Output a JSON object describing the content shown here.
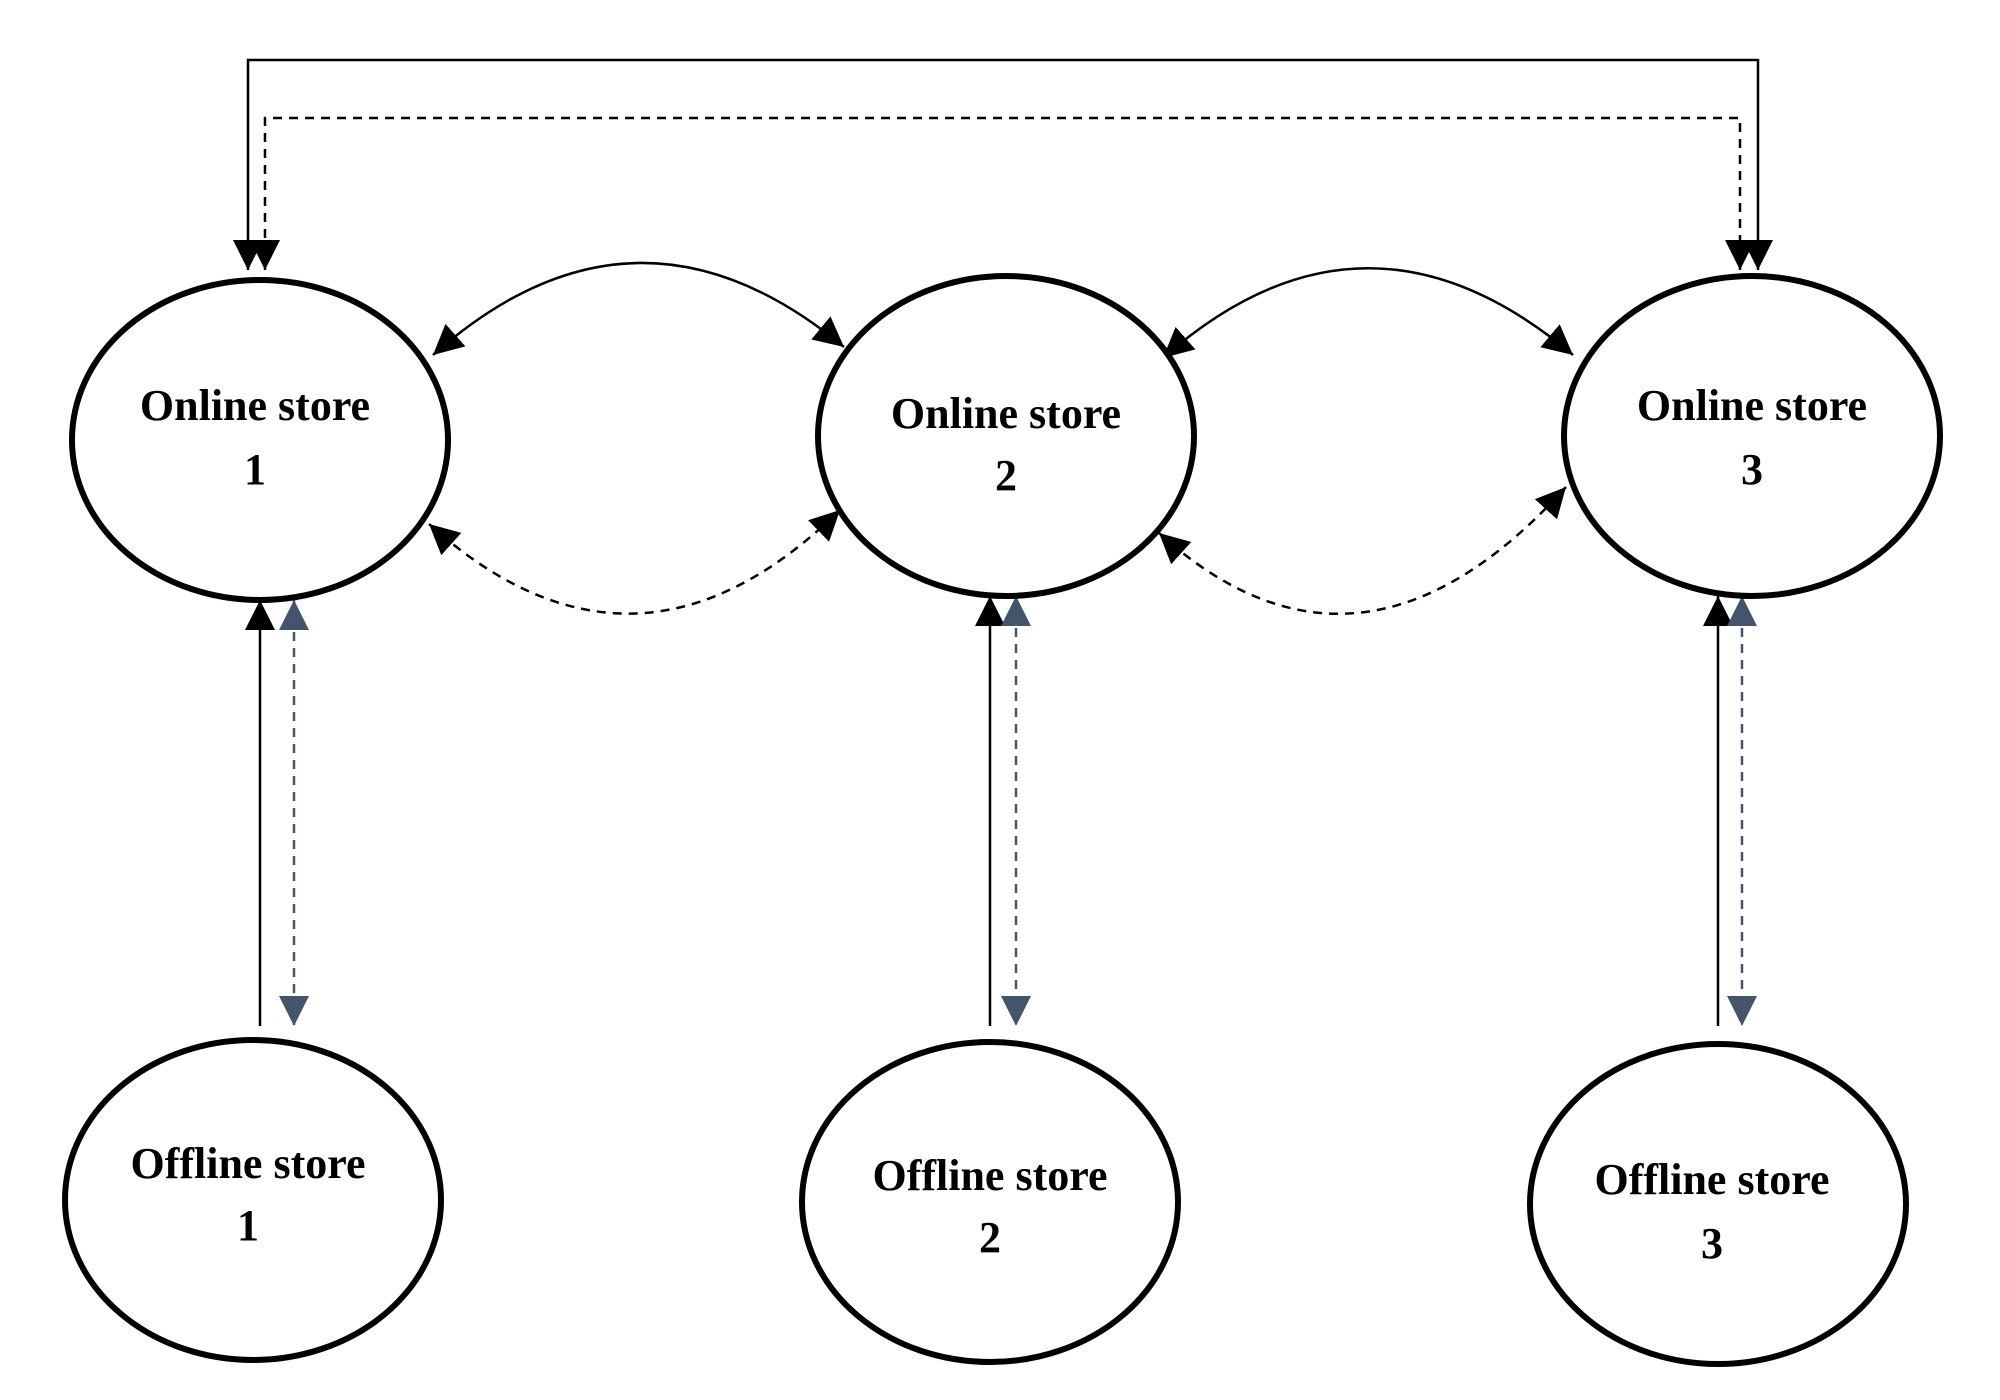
{
  "nodes": {
    "online_1": {
      "line1": "Online store",
      "line2": "1"
    },
    "online_2": {
      "line1": "Online store",
      "line2": "2"
    },
    "online_3": {
      "line1": "Online store",
      "line2": "3"
    },
    "offline_1": {
      "line1": "Offline store",
      "line2": "1"
    },
    "offline_2": {
      "line1": "Offline store",
      "line2": "2"
    },
    "offline_3": {
      "line1": "Offline store",
      "line2": "3"
    }
  },
  "edges": [
    {
      "from": "online_1",
      "to": "online_2",
      "style": "solid",
      "direction": "both"
    },
    {
      "from": "online_1",
      "to": "online_2",
      "style": "dashed",
      "direction": "both"
    },
    {
      "from": "online_2",
      "to": "online_3",
      "style": "solid",
      "direction": "both"
    },
    {
      "from": "online_2",
      "to": "online_3",
      "style": "dashed",
      "direction": "both"
    },
    {
      "from": "online_1",
      "to": "online_3",
      "style": "solid",
      "direction": "both"
    },
    {
      "from": "online_1",
      "to": "online_3",
      "style": "dashed",
      "direction": "both"
    },
    {
      "from": "offline_1",
      "to": "online_1",
      "style": "solid",
      "direction": "forward"
    },
    {
      "from": "online_1",
      "to": "offline_1",
      "style": "dashed",
      "direction": "both"
    },
    {
      "from": "offline_2",
      "to": "online_2",
      "style": "solid",
      "direction": "forward"
    },
    {
      "from": "online_2",
      "to": "offline_2",
      "style": "dashed",
      "direction": "both"
    },
    {
      "from": "offline_3",
      "to": "online_3",
      "style": "solid",
      "direction": "forward"
    },
    {
      "from": "online_3",
      "to": "offline_3",
      "style": "dashed",
      "direction": "both"
    }
  ],
  "colors": {
    "stroke": "#000000",
    "slate_dashed": "#44546a",
    "background": "#ffffff"
  }
}
